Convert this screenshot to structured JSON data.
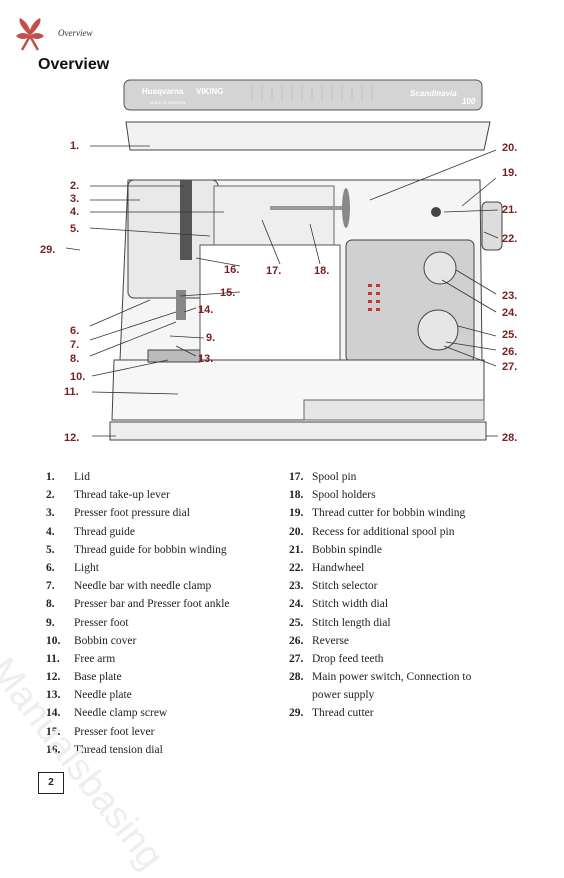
{
  "header": {
    "section_tag": "Overview",
    "title": "Overview"
  },
  "machine": {
    "brand": "Husqvarna",
    "brand2": "VIKING",
    "made_in": "MADE IN SWEDEN",
    "model": "Scandinavia",
    "model_number": "100"
  },
  "diagram_labels": [
    "1.",
    "2.",
    "3.",
    "4.",
    "5.",
    "6.",
    "7.",
    "8.",
    "9.",
    "10.",
    "11.",
    "12.",
    "13.",
    "14.",
    "15.",
    "16.",
    "17.",
    "18.",
    "19.",
    "20.",
    "21.",
    "22.",
    "23.",
    "24.",
    "25.",
    "26.",
    "27.",
    "28.",
    "29."
  ],
  "parts_left": [
    {
      "num": "1.",
      "label": "Lid"
    },
    {
      "num": "2.",
      "label": "Thread take-up lever"
    },
    {
      "num": "3.",
      "label": "Presser foot pressure dial"
    },
    {
      "num": "4.",
      "label": "Thread guide"
    },
    {
      "num": "5.",
      "label": "Thread guide for bobbin winding"
    },
    {
      "num": "6.",
      "label": "Light"
    },
    {
      "num": "7.",
      "label": "Needle bar with needle clamp"
    },
    {
      "num": "8.",
      "label": "Presser bar and Presser foot ankle"
    },
    {
      "num": "9.",
      "label": "Presser foot"
    },
    {
      "num": "10.",
      "label": "Bobbin cover"
    },
    {
      "num": "11.",
      "label": "Free arm"
    },
    {
      "num": "12.",
      "label": "Base plate"
    },
    {
      "num": "13.",
      "label": "Needle plate"
    },
    {
      "num": "14.",
      "label": "Needle clamp screw"
    },
    {
      "num": "15.",
      "label": "Presser foot lever"
    },
    {
      "num": "16.",
      "label": "Thread tension dial"
    }
  ],
  "parts_right": [
    {
      "num": "17.",
      "label": "Spool pin"
    },
    {
      "num": "18.",
      "label": "Spool holders"
    },
    {
      "num": "19.",
      "label": "Thread cutter for bobbin winding"
    },
    {
      "num": "20.",
      "label": "Recess for additional spool pin"
    },
    {
      "num": "21.",
      "label": "Bobbin spindle"
    },
    {
      "num": "22.",
      "label": "Handwheel"
    },
    {
      "num": "23.",
      "label": "Stitch selector"
    },
    {
      "num": "24.",
      "label": "Stitch width dial"
    },
    {
      "num": "25.",
      "label": "Stitch length dial"
    },
    {
      "num": "26.",
      "label": "Reverse"
    },
    {
      "num": "27.",
      "label": "Drop feed teeth"
    },
    {
      "num": "28.",
      "label": "Main power switch, Connection to"
    },
    {
      "num": "",
      "label": "power supply"
    },
    {
      "num": "29.",
      "label": "Thread cutter"
    }
  ],
  "watermark": "Manualsbasing",
  "page_number": "2",
  "colors": {
    "label": "#7a1e1e",
    "logo": "#c0504d"
  }
}
